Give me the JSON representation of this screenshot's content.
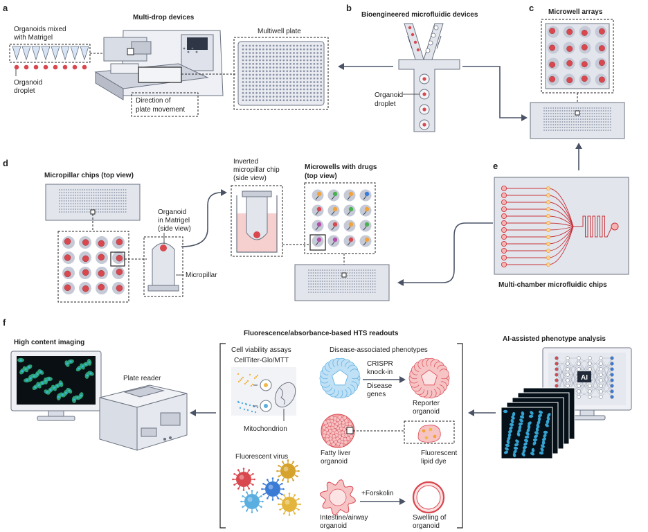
{
  "panels": {
    "a": {
      "letter": "a",
      "title": "Multi-drop devices",
      "mix_label": [
        "Organoids mixed",
        "with Matrigel"
      ],
      "droplet_label": [
        "Organoid",
        "droplet"
      ],
      "movement_label": [
        "Direction of",
        "plate movement"
      ],
      "plate_label": "Multiwell plate"
    },
    "b": {
      "letter": "b",
      "title": "Bioengineered microfluidic devices",
      "droplet_label": [
        "Organoid",
        "droplet"
      ]
    },
    "c": {
      "letter": "c",
      "title": "Microwell arrays"
    },
    "d": {
      "letter": "d",
      "pillar_chips_title": "Micropillar chips (top view)",
      "inverted_label": [
        "Inverted",
        "micropillar chip",
        "(side view)"
      ],
      "organoid_label": [
        "Organoid",
        "in Matrigel",
        "(side view)"
      ],
      "micropillar_label": "Micropillar",
      "drugs_title": [
        "Microwells with drugs",
        "(top view)"
      ]
    },
    "e": {
      "letter": "e",
      "title": "Multi-chamber microfluidic chips"
    },
    "f": {
      "letter": "f",
      "hci_title": "High content imaging",
      "plate_reader_label": "Plate reader",
      "hts_title": "Fluorescence/absorbance-based HTS readouts",
      "viability_title": "Cell viability assays",
      "ctg_label": "CellTiter-Glo/MTT",
      "mito_label": "Mitochondrion",
      "virus_label": "Fluorescent virus",
      "disease_title": "Disease-associated phenotypes",
      "crispr_label": [
        "CRISPR",
        "knock-in"
      ],
      "disease_genes_label": [
        "Disease",
        "genes"
      ],
      "reporter_label": [
        "Reporter",
        "organoid"
      ],
      "fatty_label": [
        "Fatty liver",
        "organoid"
      ],
      "lipid_label": [
        "Fluorescent",
        "lipid dye"
      ],
      "forskolin_label": "+Forskolin",
      "intestine_label": [
        "Intestine/airway",
        "organoid"
      ],
      "swelling_label": [
        "Swelling of",
        "organoid"
      ],
      "ai_title": "AI-assisted phenotype analysis",
      "ai_badge": "AI"
    }
  },
  "colors": {
    "organoid_red": "#d9474f",
    "chip_grey": "#e2e5ec",
    "microwell_disc": "#c5cad6",
    "channel_red": "#c8323a",
    "channel_orange": "#f2a33a",
    "cyst_blue": "#5aaee0",
    "matrigel_pink": "#f6d0cf",
    "arrow": "#4a5366",
    "screen_black": "#0a0f14",
    "cell_green": "#2fae7c",
    "cell_cyan": "#3ab4e6"
  }
}
